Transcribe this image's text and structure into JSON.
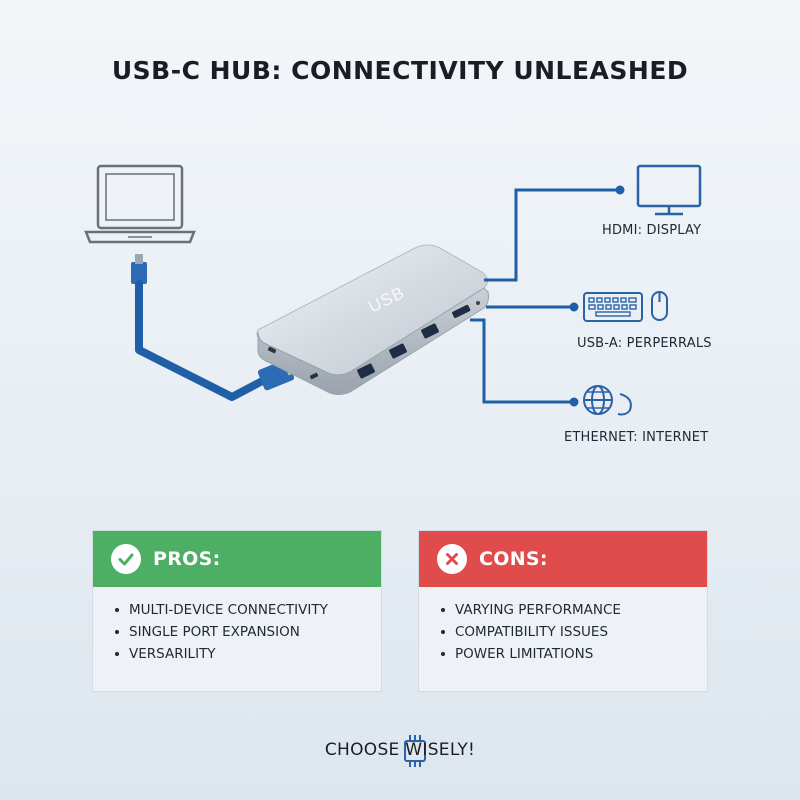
{
  "title": "USB-C HUB: CONNECTIVITY UNLEASHED",
  "hub": {
    "label": "USB"
  },
  "ports": [
    {
      "label": "HDMI: DISPLAY",
      "icon": "monitor-icon"
    },
    {
      "label": "USB-A: PERPERRALS",
      "icon": "keyboard-mouse-icon"
    },
    {
      "label": "ETHERNET: INTERNET",
      "icon": "globe-icon"
    }
  ],
  "pros": {
    "heading": "PROS:",
    "color": "#4caf64",
    "items": [
      "MULTI-DEVICE CONNECTIVITY",
      "SINGLE PORT EXPANSION",
      "VERSARILITY"
    ]
  },
  "cons": {
    "heading": "CONS:",
    "color": "#e04c4c",
    "items": [
      "VARYING PERFORMANCE",
      "COMPATIBILITY ISSUES",
      "POWER LIMITATIONS"
    ]
  },
  "footer": {
    "text": "CHOOSE WISELY!"
  },
  "colors": {
    "cable": "#1f5fa8",
    "accent": "#2a62a8"
  }
}
